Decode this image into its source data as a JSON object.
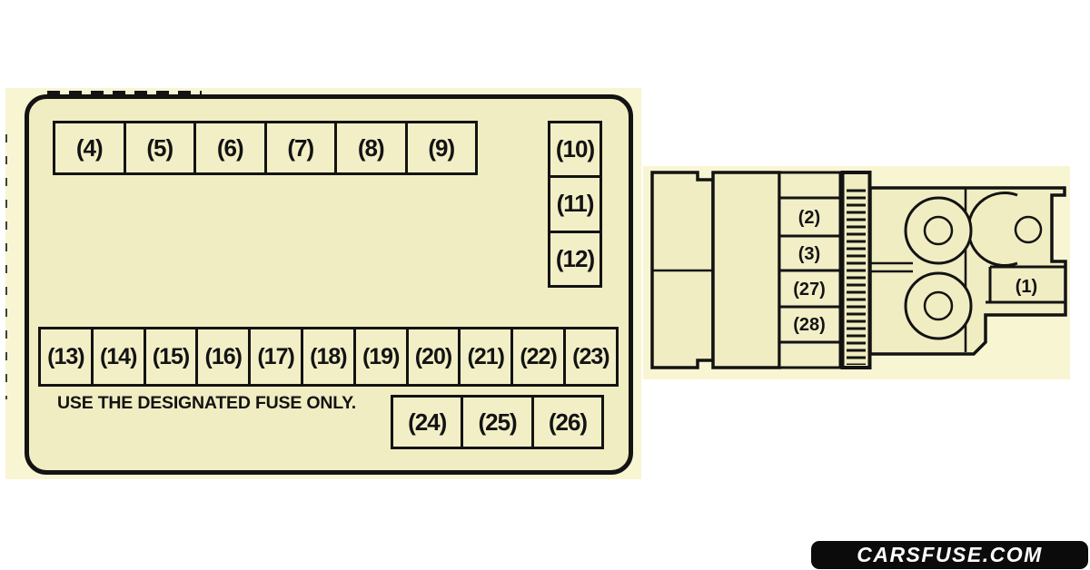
{
  "colors": {
    "paper": "#f8f5d3",
    "fill": "#f0edc2",
    "line": "#131313",
    "badge_bg": "#0b0b0b",
    "badge_text": "#ffffff"
  },
  "panel": {
    "notice": "USE THE DESIGNATED FUSE ONLY.",
    "top_row": [
      "(4)",
      "(5)",
      "(6)",
      "(7)",
      "(8)",
      "(9)"
    ],
    "side_column": [
      "(10)",
      "(11)",
      "(12)"
    ],
    "bottom_row": [
      "(13)",
      "(14)",
      "(15)",
      "(16)",
      "(17)",
      "(18)",
      "(19)",
      "(20)",
      "(21)",
      "(22)",
      "(23)"
    ],
    "lower_row": [
      "(24)",
      "(25)",
      "(26)"
    ]
  },
  "component": {
    "cells": [
      "(2)",
      "(3)",
      "(27)",
      "(28)"
    ],
    "fusible_link": "(1)"
  },
  "watermark": "CARSFUSE.COM"
}
